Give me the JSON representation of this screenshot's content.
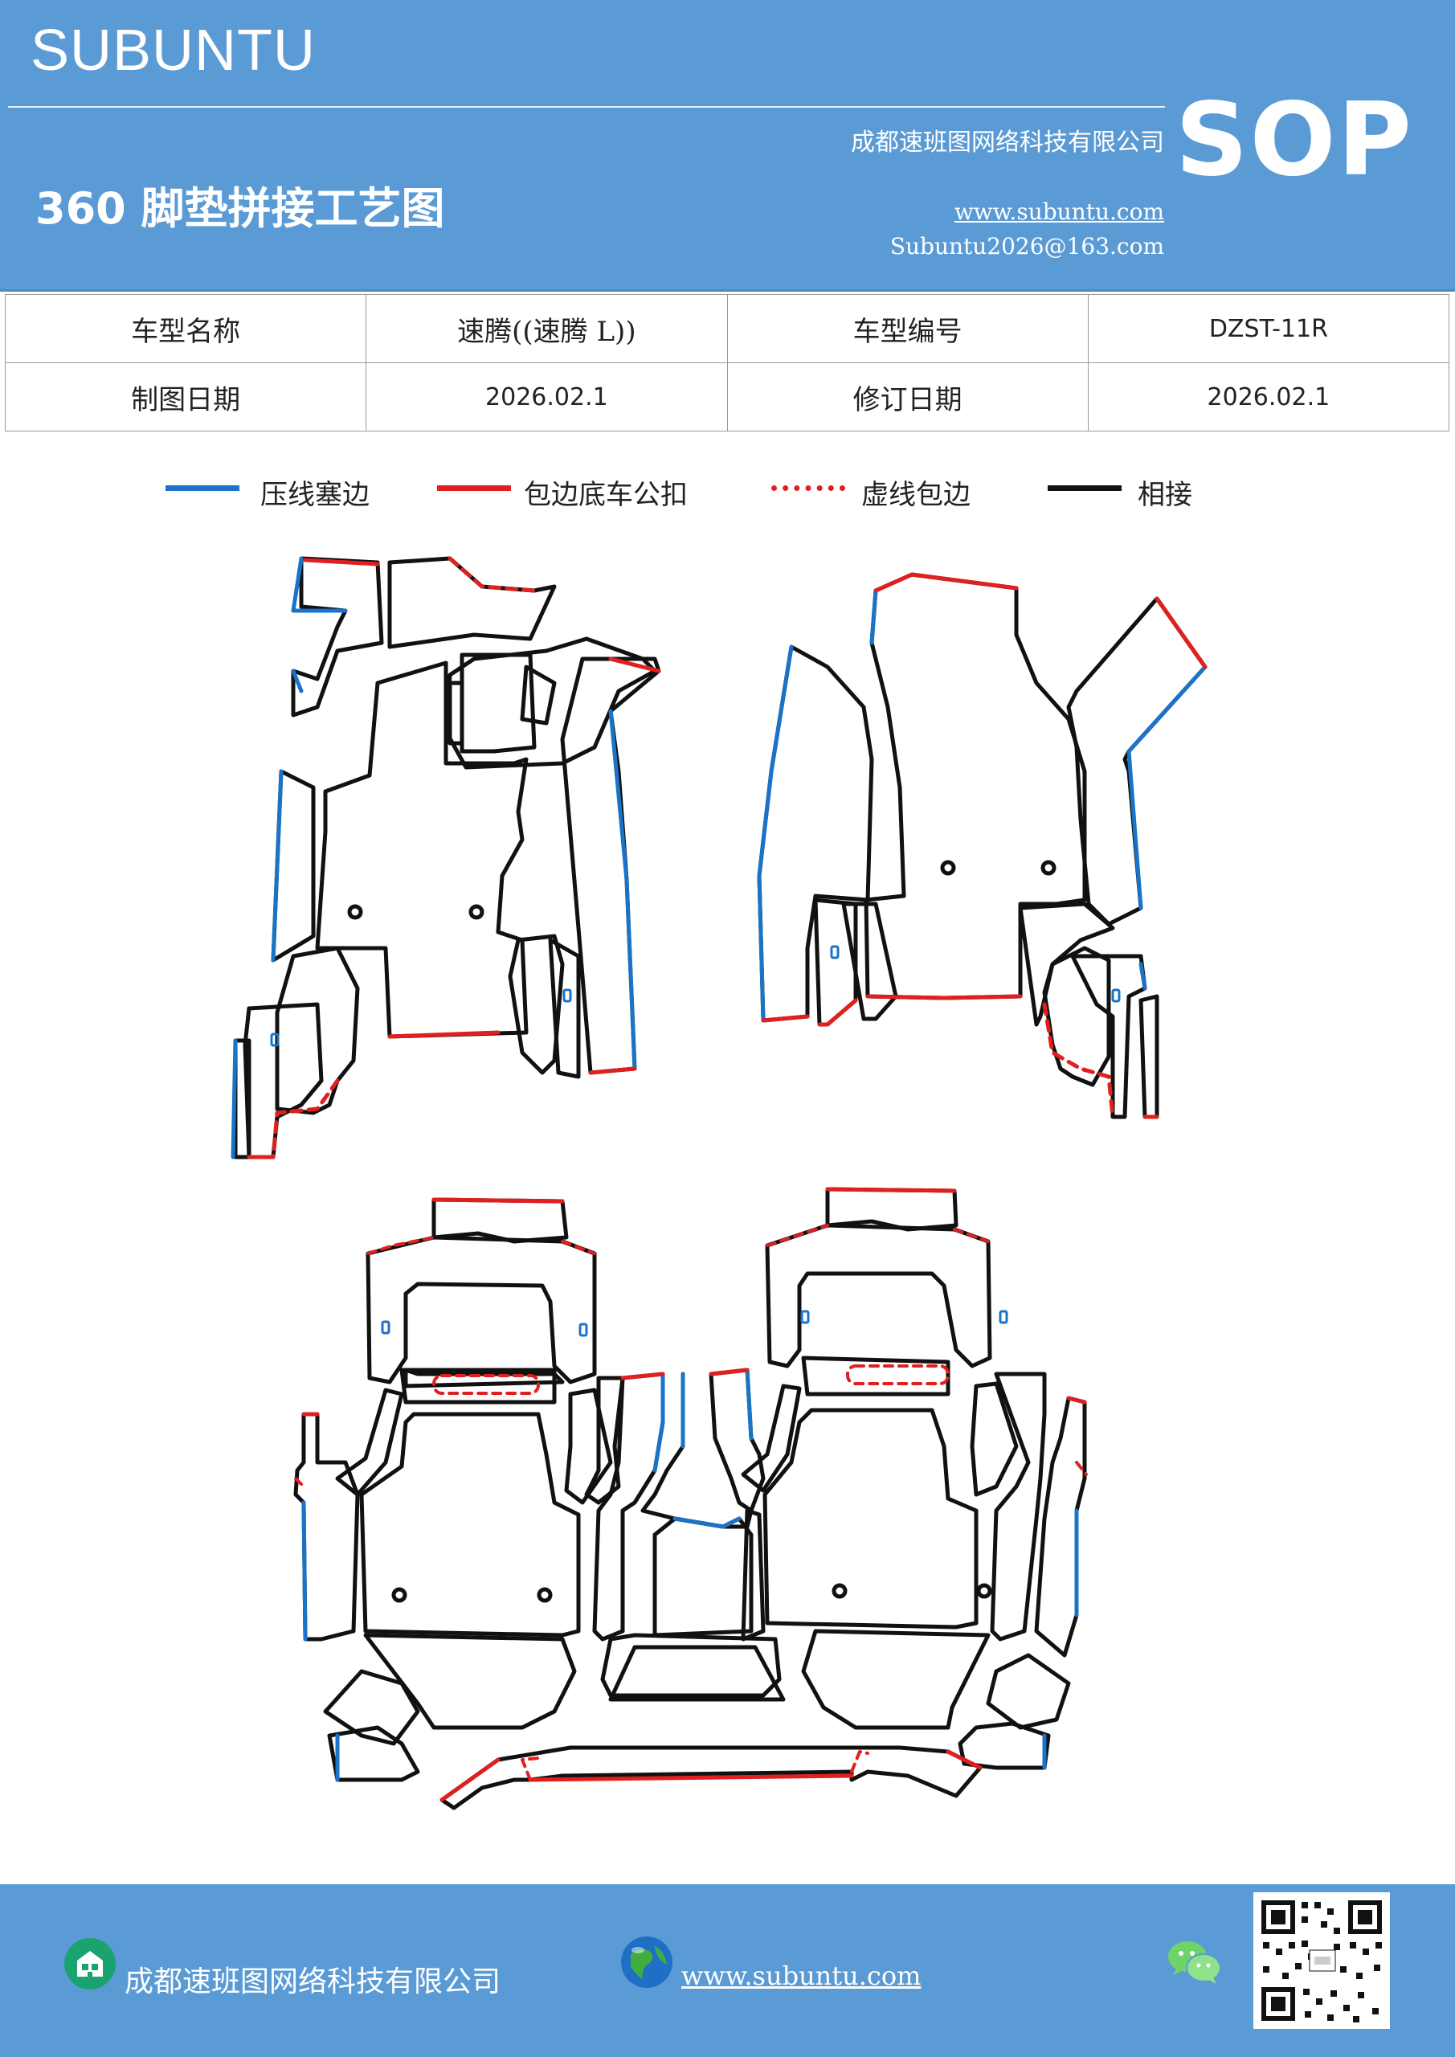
{
  "header": {
    "brand": "SUBUNTU",
    "company": "成都速班图网络科技有限公司",
    "title": "360 脚垫拼接工艺图",
    "website": "www.subuntu.com",
    "email": "Subuntu2026@163.com",
    "badge": "SOP"
  },
  "info_table": {
    "rows": [
      [
        "车型名称",
        "速腾((速腾 L))",
        "车型编号",
        "DZST-11R"
      ],
      [
        "制图日期",
        "2026.02.1",
        "修订日期",
        "2026.02.1"
      ]
    ]
  },
  "legend": [
    {
      "label": "压线塞边",
      "color": "#1a73c8",
      "style": "solid"
    },
    {
      "label": "包边底车公扣",
      "color": "#e02020",
      "style": "solid"
    },
    {
      "label": "虚线包边",
      "color": "#e02020",
      "style": "dashed"
    },
    {
      "label": "相接",
      "color": "#000000",
      "style": "solid"
    }
  ],
  "colors": {
    "header_bg": "#5b9bd5",
    "press_line": "#1a73c8",
    "edge_red": "#e02020",
    "joint_black": "#111111"
  },
  "icons": [
    "building-icon",
    "globe-icon",
    "wechat-icon",
    "qr-code"
  ],
  "footer": {
    "company": "成都速班图网络科技有限公司",
    "website": "www.subuntu.com"
  }
}
